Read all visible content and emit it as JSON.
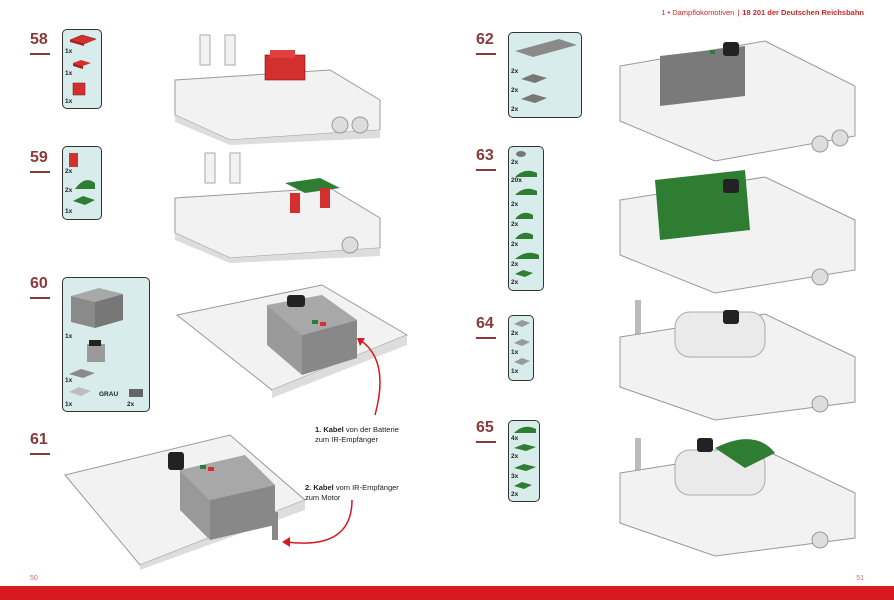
{
  "header": {
    "part1": "1 • Dampflokomotiven",
    "separator": "|",
    "part2": "18 201 der Deutschen Reichsbahn"
  },
  "steps": {
    "s58": {
      "number": "58",
      "qty": [
        "1x",
        "1x",
        "1x"
      ]
    },
    "s59": {
      "number": "59",
      "qty": [
        "2x",
        "2x",
        "1x"
      ]
    },
    "s60": {
      "number": "60",
      "qty": [
        "1x",
        "1x",
        "1x",
        "2x"
      ],
      "label": "GRAU"
    },
    "s61": {
      "number": "61"
    },
    "s62": {
      "number": "62",
      "qty": [
        "2x",
        "2x",
        "2x"
      ]
    },
    "s63": {
      "number": "63",
      "qty": [
        "2x",
        "20x",
        "2x",
        "2x",
        "2x",
        "2x",
        "2x"
      ]
    },
    "s64": {
      "number": "64",
      "qty": [
        "2x",
        "1x",
        "1x"
      ]
    },
    "s65": {
      "number": "65",
      "qty": [
        "4x",
        "2x",
        "3x",
        "2x"
      ]
    }
  },
  "callouts": {
    "c1_bold": "1. Kabel",
    "c1_line1": " von der Batterie",
    "c1_line2": "zum IR-Empfänger",
    "c2_bold": "2. Kabel",
    "c2_line1": " vom IR-Empfänger",
    "c2_line2": "zum Motor"
  },
  "pages": {
    "left": "50",
    "right": "51"
  },
  "colors": {
    "accent": "#d71920",
    "step_number": "#8a3a3a",
    "parts_bg": "#d8ecec",
    "brick_red": "#d32f2f",
    "brick_green": "#2e7d32",
    "brick_gray": "#8a8a8a",
    "model_white": "#f2f2f2"
  }
}
